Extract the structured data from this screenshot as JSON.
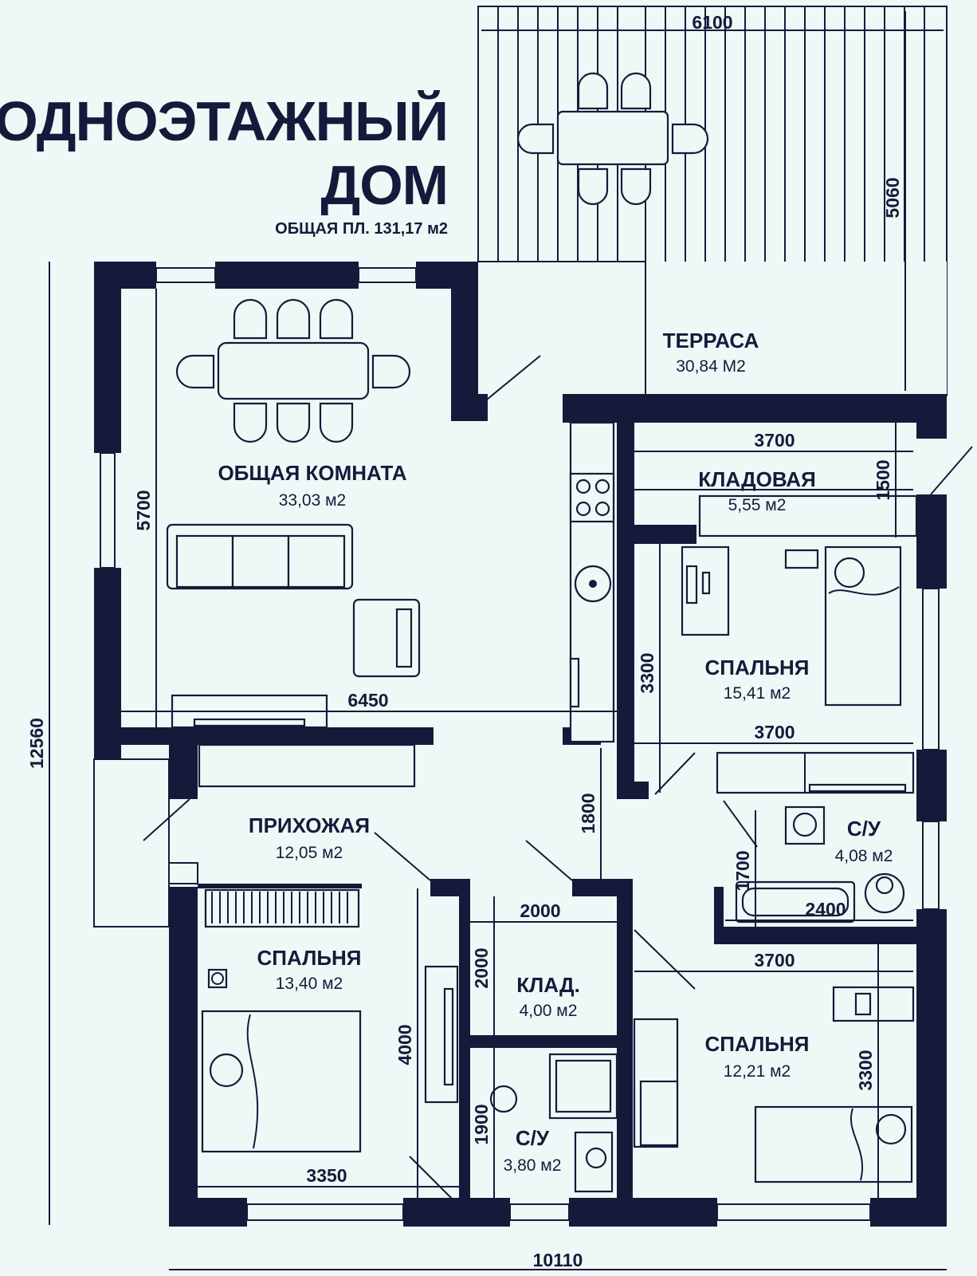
{
  "title": {
    "line1": "ОДНОЭТАЖНЫЙ",
    "line2": "ДОМ",
    "subtitle": "ОБЩАЯ ПЛ. 131,17 м2"
  },
  "rooms": {
    "terrace": {
      "name": "ТЕРРАСА",
      "area": "30,84 М2"
    },
    "living": {
      "name": "ОБЩАЯ КОМНАТА",
      "area": "33,03 м2"
    },
    "storage": {
      "name": "КЛАДОВАЯ",
      "area": "5,55 м2"
    },
    "bedroom1": {
      "name": "СПАЛЬНЯ",
      "area": "15,41 м2"
    },
    "hallway": {
      "name": "ПРИХОЖАЯ",
      "area": "12,05 м2"
    },
    "bath1": {
      "name": "С/У",
      "area": "4,08 м2"
    },
    "bedroom2": {
      "name": "СПАЛЬНЯ",
      "area": "13,40 м2"
    },
    "closet": {
      "name": "КЛАД.",
      "area": "4,00 м2"
    },
    "bedroom3": {
      "name": "СПАЛЬНЯ",
      "area": "12,21 м2"
    },
    "bath2": {
      "name": "С/У",
      "area": "3,80 м2"
    }
  },
  "dimensions": {
    "terrace_width": "6100",
    "terrace_depth": "5060",
    "overall_height": "12560",
    "overall_width": "10110",
    "living_height": "5700",
    "living_width": "6450",
    "storage_width": "3700",
    "storage_depth": "1500",
    "bedroom1_width": "3700",
    "bedroom1_depth": "3300",
    "hall_passage": "1800",
    "bath1_depth": "1700",
    "bath1_width": "2400",
    "closet_width": "2000",
    "closet_depth": "2000",
    "bedroom3_width": "3700",
    "bedroom3_depth": "3300",
    "bedroom2_depth": "4000",
    "bedroom2_width": "3350",
    "bath2_depth": "1900"
  },
  "colors": {
    "ink": "#161a3a",
    "background": "#eff8f6"
  }
}
